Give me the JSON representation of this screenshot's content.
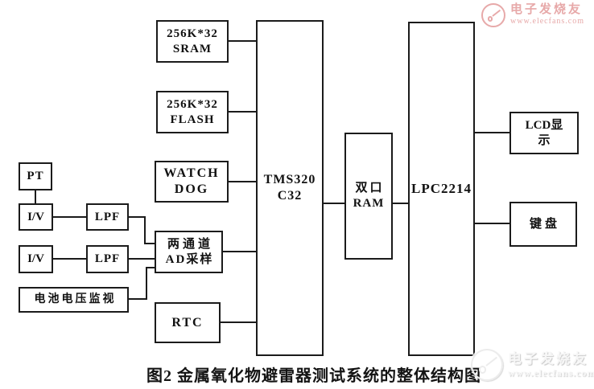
{
  "figure": {
    "caption": "图2 金属氧化物避雷器测试系统的整体结构图"
  },
  "blocks": {
    "sram": {
      "line1": "256K*32",
      "line2": "SRAM"
    },
    "flash": {
      "line1": "256K*32",
      "line2": "FLASH"
    },
    "watchdog": {
      "line1": "WATCH",
      "line2": "DOG"
    },
    "adc": {
      "line1": "两通道",
      "line2": "AD采样"
    },
    "rtc": {
      "line1": "RTC"
    },
    "tms320": {
      "line1": "TMS320",
      "line2": "C32"
    },
    "dpram": {
      "line1": "双口",
      "line2": "RAM"
    },
    "lpc2214": {
      "line1": "LPC2214"
    },
    "lcd": {
      "line1": "LCD显",
      "line2": "示"
    },
    "keyboard": {
      "line1": "键盘"
    },
    "pt": {
      "line1": "PT"
    },
    "iv_top": {
      "line1": "I/V"
    },
    "lpf_top": {
      "line1": "LPF"
    },
    "iv_bottom": {
      "line1": "I/V"
    },
    "lpf_bottom": {
      "line1": "LPF"
    },
    "battery": {
      "line1": "电池电压监视"
    }
  },
  "connections": [
    {
      "from": "256K*32 SRAM",
      "to": "TMS320C32"
    },
    {
      "from": "256K*32 FLASH",
      "to": "TMS320C32"
    },
    {
      "from": "WATCH DOG",
      "to": "TMS320C32"
    },
    {
      "from": "两通道AD采样",
      "to": "TMS320C32"
    },
    {
      "from": "RTC",
      "to": "TMS320C32"
    },
    {
      "from": "TMS320C32",
      "to": "双口RAM"
    },
    {
      "from": "双口RAM",
      "to": "LPC2214"
    },
    {
      "from": "LPC2214",
      "to": "LCD显示"
    },
    {
      "from": "LPC2214",
      "to": "键盘"
    },
    {
      "from": "PT",
      "to": "I/V(上)"
    },
    {
      "from": "I/V(上)",
      "to": "LPF(上)"
    },
    {
      "from": "LPF(上)",
      "to": "两通道AD采样"
    },
    {
      "from": "I/V(下)",
      "to": "LPF(下)"
    },
    {
      "from": "LPF(下)",
      "to": "两通道AD采样"
    },
    {
      "from": "电池电压监视",
      "to": "两通道AD采样"
    }
  ],
  "watermark": {
    "brand": "电子发烧友",
    "url": "www.elecfans.com"
  },
  "colors": {
    "line": "#1b1b1b",
    "watermark_top": "#e7a9a9",
    "watermark_bottom": "#ececec"
  }
}
